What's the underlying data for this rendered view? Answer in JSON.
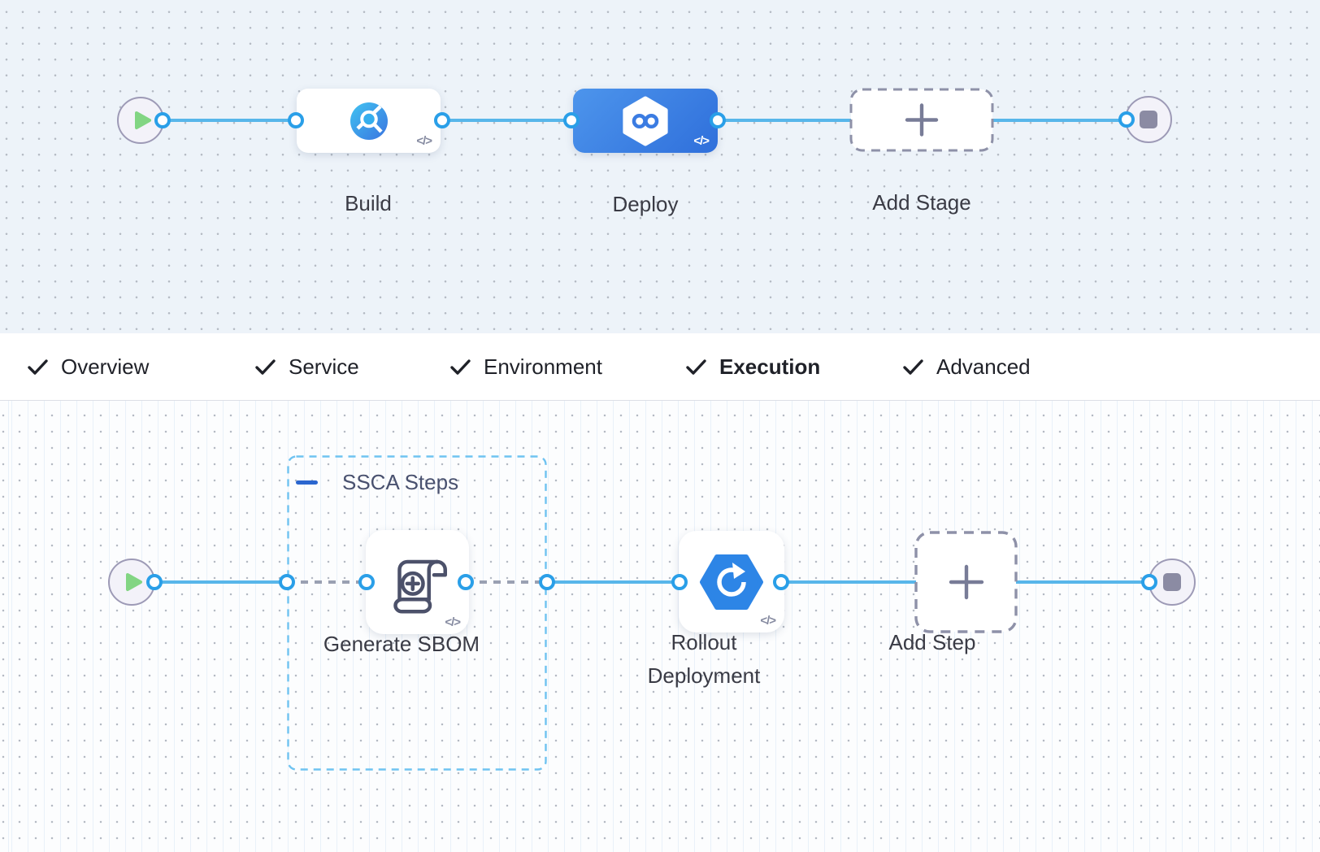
{
  "colors": {
    "canvas-top-bg": "#edf3f9",
    "canvas-bottom-bg": "#fcfdfe",
    "dot": "#b4bac3",
    "grid-line": "#e9f1f9",
    "line-blue": "#58b6ea",
    "ring-blue": "#2a9fe8",
    "dashed-gray": "#9aa0b2",
    "node-border-gray": "#9d9ab6",
    "node-bg-lavender": "#f3f2f9",
    "play-green": "#82d583",
    "stop-gray": "#8b8ba3",
    "selected-stage-from": "#4d95ec",
    "selected-stage-to": "#2f6fdb",
    "dashed-node-border": "#8e91a8",
    "plus-gray": "#787c97",
    "label-color": "#3a3b45",
    "tab-color": "#1f2128",
    "tab-underline": "#3474d9",
    "tabbar-border": "#dcdfe6",
    "group-border-blue": "#6fc3f1",
    "group-title-color": "#49516f",
    "group-minus-blue": "#2b66cf",
    "icon-stroke": "#4c516a",
    "code-glyph-gray": "#858aa0",
    "ci-icon-from": "#41c3f1",
    "ci-icon-to": "#3a74e0",
    "cd-infinity-blue": "#3b7ce2",
    "rollout-blue": "#2d85e6"
  },
  "stage_pipeline": {
    "code_glyph": "</>",
    "stages": [
      {
        "label": "Build",
        "icon": "ci-circle-magnifier",
        "selected": false
      },
      {
        "label": "Deploy",
        "icon": "cd-hexagon-infinity",
        "selected": true
      },
      {
        "label": "Add Stage",
        "icon": "plus"
      }
    ]
  },
  "tabs": {
    "check_glyph": "✓",
    "items": [
      {
        "label": "Overview",
        "checked": true,
        "active": false
      },
      {
        "label": "Service",
        "checked": true,
        "active": false
      },
      {
        "label": "Environment",
        "checked": true,
        "active": false
      },
      {
        "label": "Execution",
        "checked": true,
        "active": true
      },
      {
        "label": "Advanced",
        "checked": true,
        "active": false
      }
    ]
  },
  "execution_pipeline": {
    "code_glyph": "</>",
    "group_label": "SSCA Steps",
    "steps": [
      {
        "label": "Generate SBOM",
        "icon": "scroll-plus",
        "in_group": true
      },
      {
        "label_line1": "Rollout",
        "label_line2": "Deployment",
        "icon": "rollout-circular-arrow"
      },
      {
        "label": "Add Step",
        "icon": "plus"
      }
    ]
  }
}
